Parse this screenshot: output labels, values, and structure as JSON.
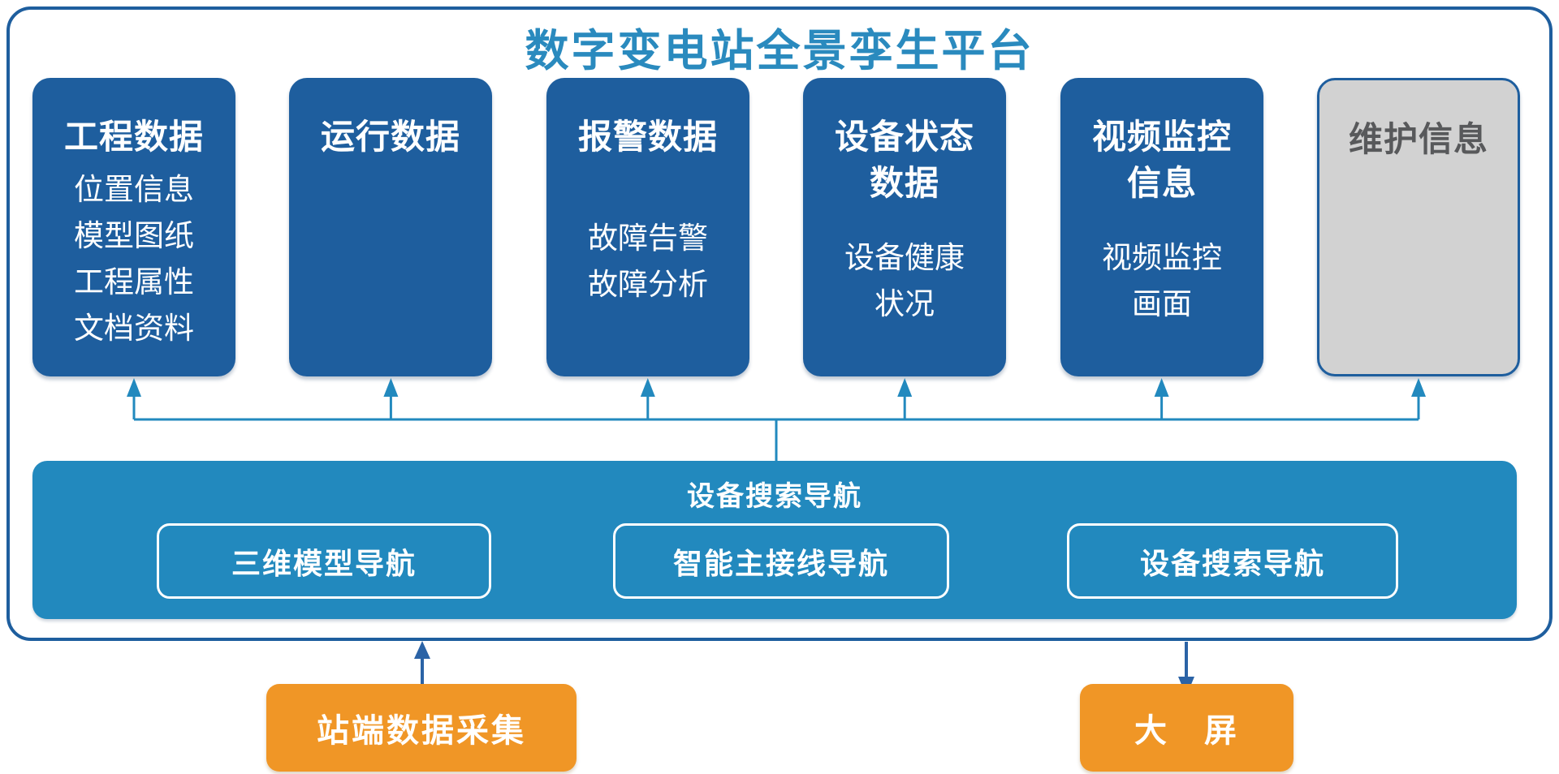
{
  "title": "数字变电站全景孪生平台",
  "cards": [
    {
      "key": "engineering-data",
      "variant": "blue",
      "title_lines": [
        "工程数据"
      ],
      "item_lines": [
        "位置信息",
        "模型图纸",
        "工程属性",
        "文档资料"
      ]
    },
    {
      "key": "operation-data",
      "variant": "blue",
      "title_lines": [
        "运行数据"
      ],
      "item_lines": []
    },
    {
      "key": "alarm-data",
      "variant": "blue",
      "title_lines": [
        "报警数据"
      ],
      "item_lines": [
        "故障告警",
        "故障分析"
      ]
    },
    {
      "key": "device-status-data",
      "variant": "blue",
      "title_lines": [
        "设备状态",
        "数据"
      ],
      "item_lines": [
        "设备健康",
        "状况"
      ]
    },
    {
      "key": "video-monitor-info",
      "variant": "blue",
      "title_lines": [
        "视频监控",
        "信息"
      ],
      "item_lines": [
        "视频监控",
        "画面"
      ]
    },
    {
      "key": "maintenance-info",
      "variant": "gray",
      "title_lines": [
        "维护信息"
      ],
      "item_lines": []
    }
  ],
  "nav_bar": {
    "title": "设备搜索导航",
    "boxes": [
      {
        "key": "3d-model-nav",
        "label": "三维模型导航"
      },
      {
        "key": "main-wiring-nav",
        "label": "智能主接线导航"
      },
      {
        "key": "device-search-nav",
        "label": "设备搜索导航"
      }
    ]
  },
  "bottom": {
    "source_label": "站端数据采集",
    "output_label": "大　屏"
  },
  "colors": {
    "title_blue": "#2A8ABE",
    "card_blue": "#1E5E9E",
    "bar_blue": "#2289BE",
    "connector_blue": "#2289BE",
    "arrow_dark_blue": "#2B63A6",
    "orange": "#F09626",
    "gray_fill": "#D2D2D2",
    "gray_text": "#58595B",
    "text_white": "#FFFFFF"
  }
}
